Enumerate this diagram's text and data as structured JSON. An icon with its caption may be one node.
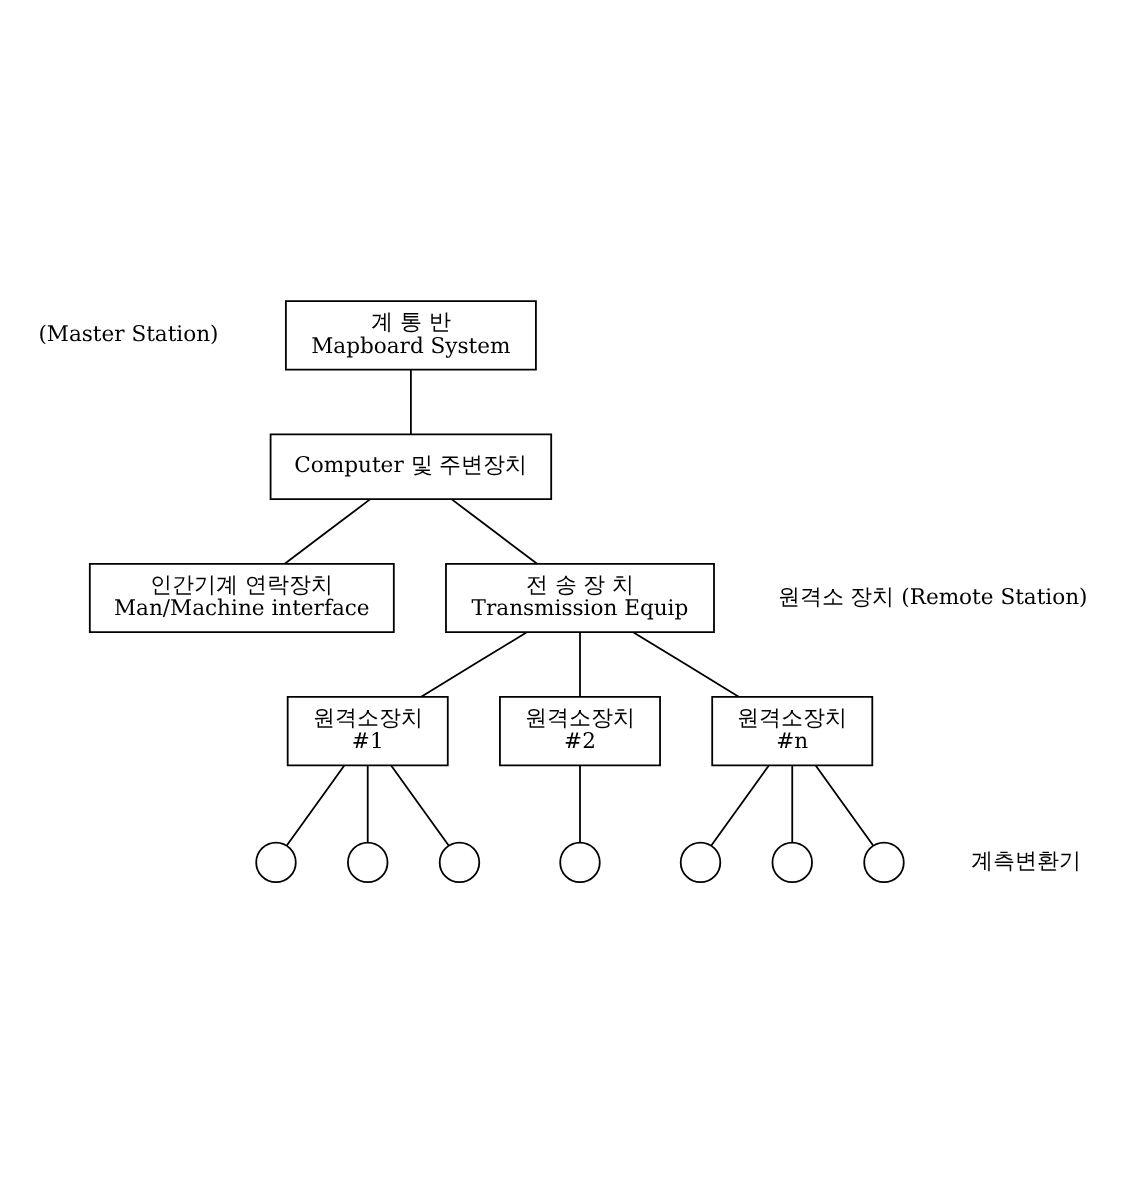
{
  "diagram": {
    "nodes": [
      {
        "text": [
          "계 통 반",
          "Mapboard System"
        ]
      },
      {
        "text": [
          "Computer 및 주변장치"
        ]
      },
      {
        "text": [
          "인간기계 연락장치",
          "Man/Machine interface"
        ]
      },
      {
        "text": [
          "전 송 장 치",
          "Transmission Equip"
        ]
      },
      {
        "text": [
          "원격소장치",
          "#1"
        ]
      },
      {
        "text": [
          "원격소장치",
          "#2"
        ]
      },
      {
        "text": [
          "원격소장치",
          "#n"
        ]
      },
      {
        "text": [],
        "shape": "circle"
      },
      {
        "text": [],
        "shape": "circle"
      },
      {
        "text": [],
        "shape": "circle"
      },
      {
        "text": [],
        "shape": "circle"
      },
      {
        "text": [],
        "shape": "circle"
      },
      {
        "text": [],
        "shape": "circle"
      },
      {
        "text": [],
        "shape": "circle",
        "beside": [
          "계측변환기"
        ]
      }
    ],
    "edges": [
      {
        "from": 0,
        "to": 1,
        "arrow": "none"
      },
      {
        "from": 1,
        "to": 2,
        "arrow": "none"
      },
      {
        "from": 1,
        "to": 3,
        "arrow": "none"
      },
      {
        "from": 3,
        "to": 4,
        "arrow": "none"
      },
      {
        "from": 3,
        "to": 5,
        "arrow": "none"
      },
      {
        "from": 3,
        "to": 6,
        "arrow": "none"
      },
      {
        "from": 4,
        "to": 7,
        "arrow": "none"
      },
      {
        "from": 4,
        "to": 8,
        "arrow": "none"
      },
      {
        "from": 4,
        "to": 9,
        "arrow": "none"
      },
      {
        "from": 5,
        "to": 10,
        "arrow": "none"
      },
      {
        "from": 6,
        "to": 11,
        "arrow": "none"
      },
      {
        "from": 6,
        "to": 12,
        "arrow": "none"
      },
      {
        "from": 6,
        "to": 13,
        "arrow": "none"
      }
    ],
    "labels": [
      "(Master Station)",
      "원격소 장치 (Remote Station)"
    ]
  }
}
